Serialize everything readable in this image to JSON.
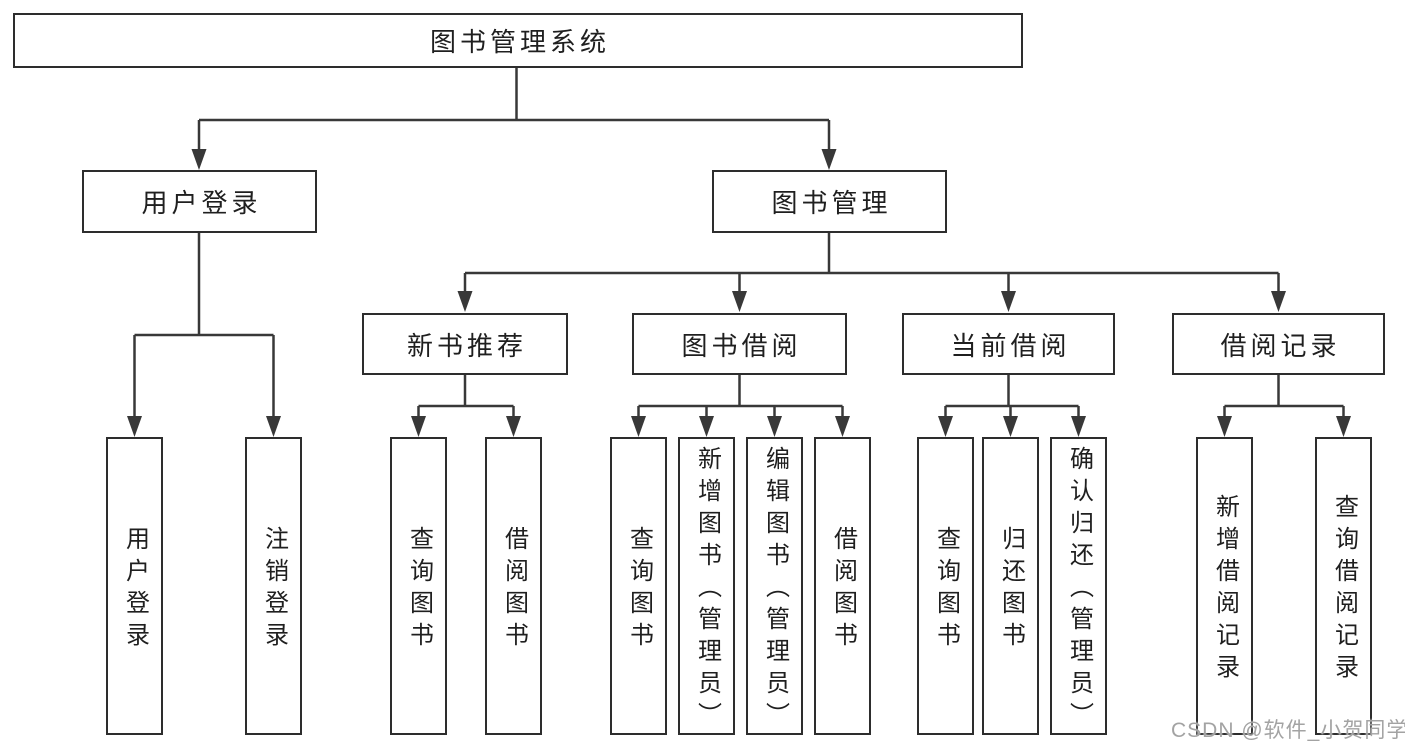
{
  "diagram": {
    "root": {
      "label": "图书管理系统"
    },
    "branches": {
      "user_login": {
        "label": "用户登录",
        "children": [
          {
            "label": "用户登录"
          },
          {
            "label": "注销登录"
          }
        ]
      },
      "book_management": {
        "label": "图书管理",
        "groups": {
          "new_book_recommend": {
            "label": "新书推荐",
            "children": [
              {
                "label": "查询图书"
              },
              {
                "label": "借阅图书"
              }
            ]
          },
          "book_borrow": {
            "label": "图书借阅",
            "children": [
              {
                "label": "查询图书"
              },
              {
                "label": "新增图书（管理员）"
              },
              {
                "label": "编辑图书（管理员）"
              },
              {
                "label": "借阅图书"
              }
            ]
          },
          "current_borrow": {
            "label": "当前借阅",
            "children": [
              {
                "label": "查询图书"
              },
              {
                "label": "归还图书"
              },
              {
                "label": "确认归还（管理员）"
              }
            ]
          },
          "borrow_records": {
            "label": "借阅记录",
            "children": [
              {
                "label": "新增借阅记录"
              },
              {
                "label": "查询借阅记录"
              }
            ]
          }
        }
      }
    }
  },
  "watermark": {
    "text": "CSDN @软件_小贺同学"
  },
  "colors": {
    "line": "#383838",
    "border": "#2d2d2d",
    "text": "#1f1f1f",
    "watermark": "#a3a3a3",
    "background": "#ffffff"
  }
}
